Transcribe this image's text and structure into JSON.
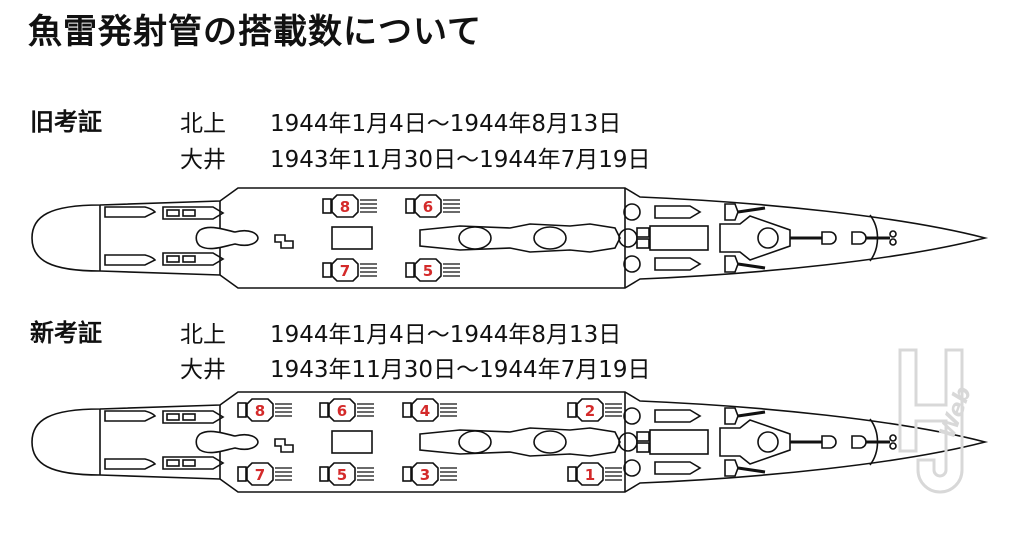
{
  "title": "魚雷発射管の搭載数について",
  "sections": [
    {
      "label": "旧考証",
      "rows": [
        {
          "ship": "北上",
          "period": "1944年1月4日～1944年8月13日"
        },
        {
          "ship": "大井",
          "period": "1943年11月30日～1944年7月19日"
        }
      ],
      "tubes_top": [
        "8",
        "6"
      ],
      "tubes_bottom": [
        "7",
        "5"
      ]
    },
    {
      "label": "新考証",
      "rows": [
        {
          "ship": "北上",
          "period": "1944年1月4日～1944年8月13日"
        },
        {
          "ship": "大井",
          "period": "1943年11月30日～1944年7月19日"
        }
      ],
      "tubes_top": [
        "8",
        "6",
        "4",
        "2"
      ],
      "tubes_bottom": [
        "7",
        "5",
        "3",
        "1"
      ]
    }
  ],
  "colors": {
    "tube_number": "#d42a2a",
    "line": "#111111",
    "watermark": "#d8d8d8"
  },
  "watermark": "H Web"
}
